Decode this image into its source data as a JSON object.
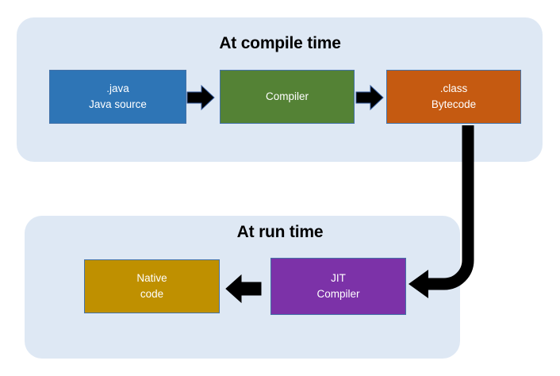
{
  "diagram": {
    "title_compile": "At compile time",
    "title_runtime": "At run time",
    "colors": {
      "panel_background": "#dee8f4",
      "java_source": "#2e75b6",
      "compiler": "#548235",
      "bytecode": "#c55a11",
      "native_code": "#bf9000",
      "jit_compiler": "#7c32a8",
      "arrow": "#000000",
      "node_border": "#4472a8",
      "node_text": "#ffffff",
      "title_text": "#000000"
    },
    "compile_time": {
      "nodes": [
        {
          "id": "java-source",
          "line1": ".java",
          "line2": "Java source"
        },
        {
          "id": "compiler",
          "line1": "Compiler",
          "line2": ""
        },
        {
          "id": "bytecode",
          "line1": ".class",
          "line2": "Bytecode"
        }
      ]
    },
    "run_time": {
      "nodes": [
        {
          "id": "native-code",
          "line1": "Native",
          "line2": "code"
        },
        {
          "id": "jit-compiler",
          "line1": "JIT",
          "line2": "Compiler"
        }
      ]
    },
    "arrows": [
      {
        "id": "java-to-compiler",
        "direction": "right"
      },
      {
        "id": "compiler-to-bytecode",
        "direction": "right"
      },
      {
        "id": "jit-to-native",
        "direction": "left"
      },
      {
        "id": "bytecode-to-jit",
        "direction": "elbow-down-left"
      }
    ]
  }
}
